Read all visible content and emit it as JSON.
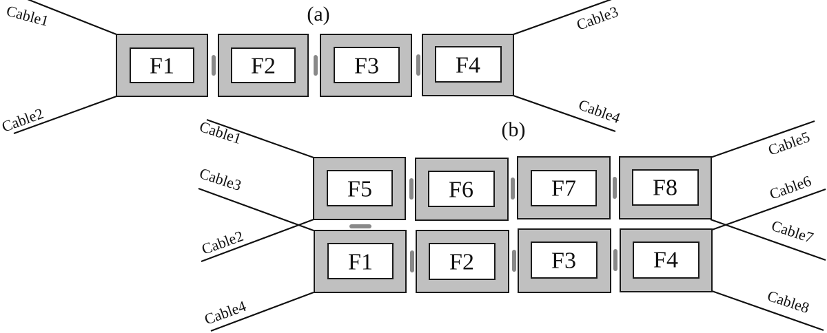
{
  "diagram": {
    "panels": [
      {
        "id": "a",
        "label": "(a)",
        "rows": [
          {
            "frames": [
              "F1",
              "F2",
              "F3",
              "F4"
            ]
          }
        ],
        "cables": [
          {
            "label": "Cable1",
            "side": "left",
            "attach": "top"
          },
          {
            "label": "Cable2",
            "side": "left",
            "attach": "bottom"
          },
          {
            "label": "Cable3",
            "side": "right",
            "attach": "top"
          },
          {
            "label": "Cable4",
            "side": "right",
            "attach": "bottom"
          }
        ]
      },
      {
        "id": "b",
        "label": "(b)",
        "rows": [
          {
            "frames": [
              "F5",
              "F6",
              "F7",
              "F8"
            ]
          },
          {
            "frames": [
              "F1",
              "F2",
              "F3",
              "F4"
            ]
          }
        ],
        "cables": [
          {
            "label": "Cable1",
            "side": "left",
            "attach": "top-row-top"
          },
          {
            "label": "Cable3",
            "side": "left",
            "attach": "bottom-row-top"
          },
          {
            "label": "Cable2",
            "side": "left",
            "attach": "top-row-bottom"
          },
          {
            "label": "Cable4",
            "side": "left",
            "attach": "bottom-row-bottom"
          },
          {
            "label": "Cable5",
            "side": "right",
            "attach": "top-row-top"
          },
          {
            "label": "Cable6",
            "side": "right",
            "attach": "bottom-row-top"
          },
          {
            "label": "Cable7",
            "side": "right",
            "attach": "top-row-bottom"
          },
          {
            "label": "Cable8",
            "side": "right",
            "attach": "bottom-row-bottom"
          }
        ]
      }
    ],
    "colors": {
      "frame_fill": "#c0c0c0",
      "inner_fill": "#ffffff",
      "connector": "#888888",
      "line": "#111111"
    }
  }
}
